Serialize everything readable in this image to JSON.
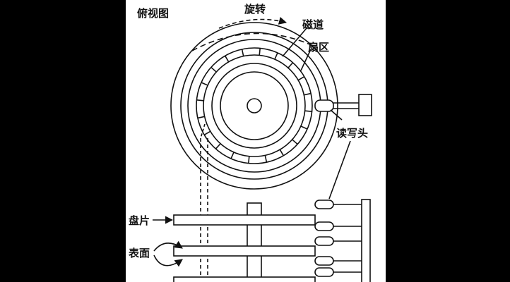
{
  "labels": {
    "top_view": "俯视图",
    "rotation": "旋转",
    "track": "磁道",
    "sector": "扇区",
    "head": "读写头",
    "platter": "盘片",
    "surface": "表面"
  },
  "colors": {
    "background": "#000000",
    "paper": "#ffffff",
    "ink": "#111111"
  }
}
